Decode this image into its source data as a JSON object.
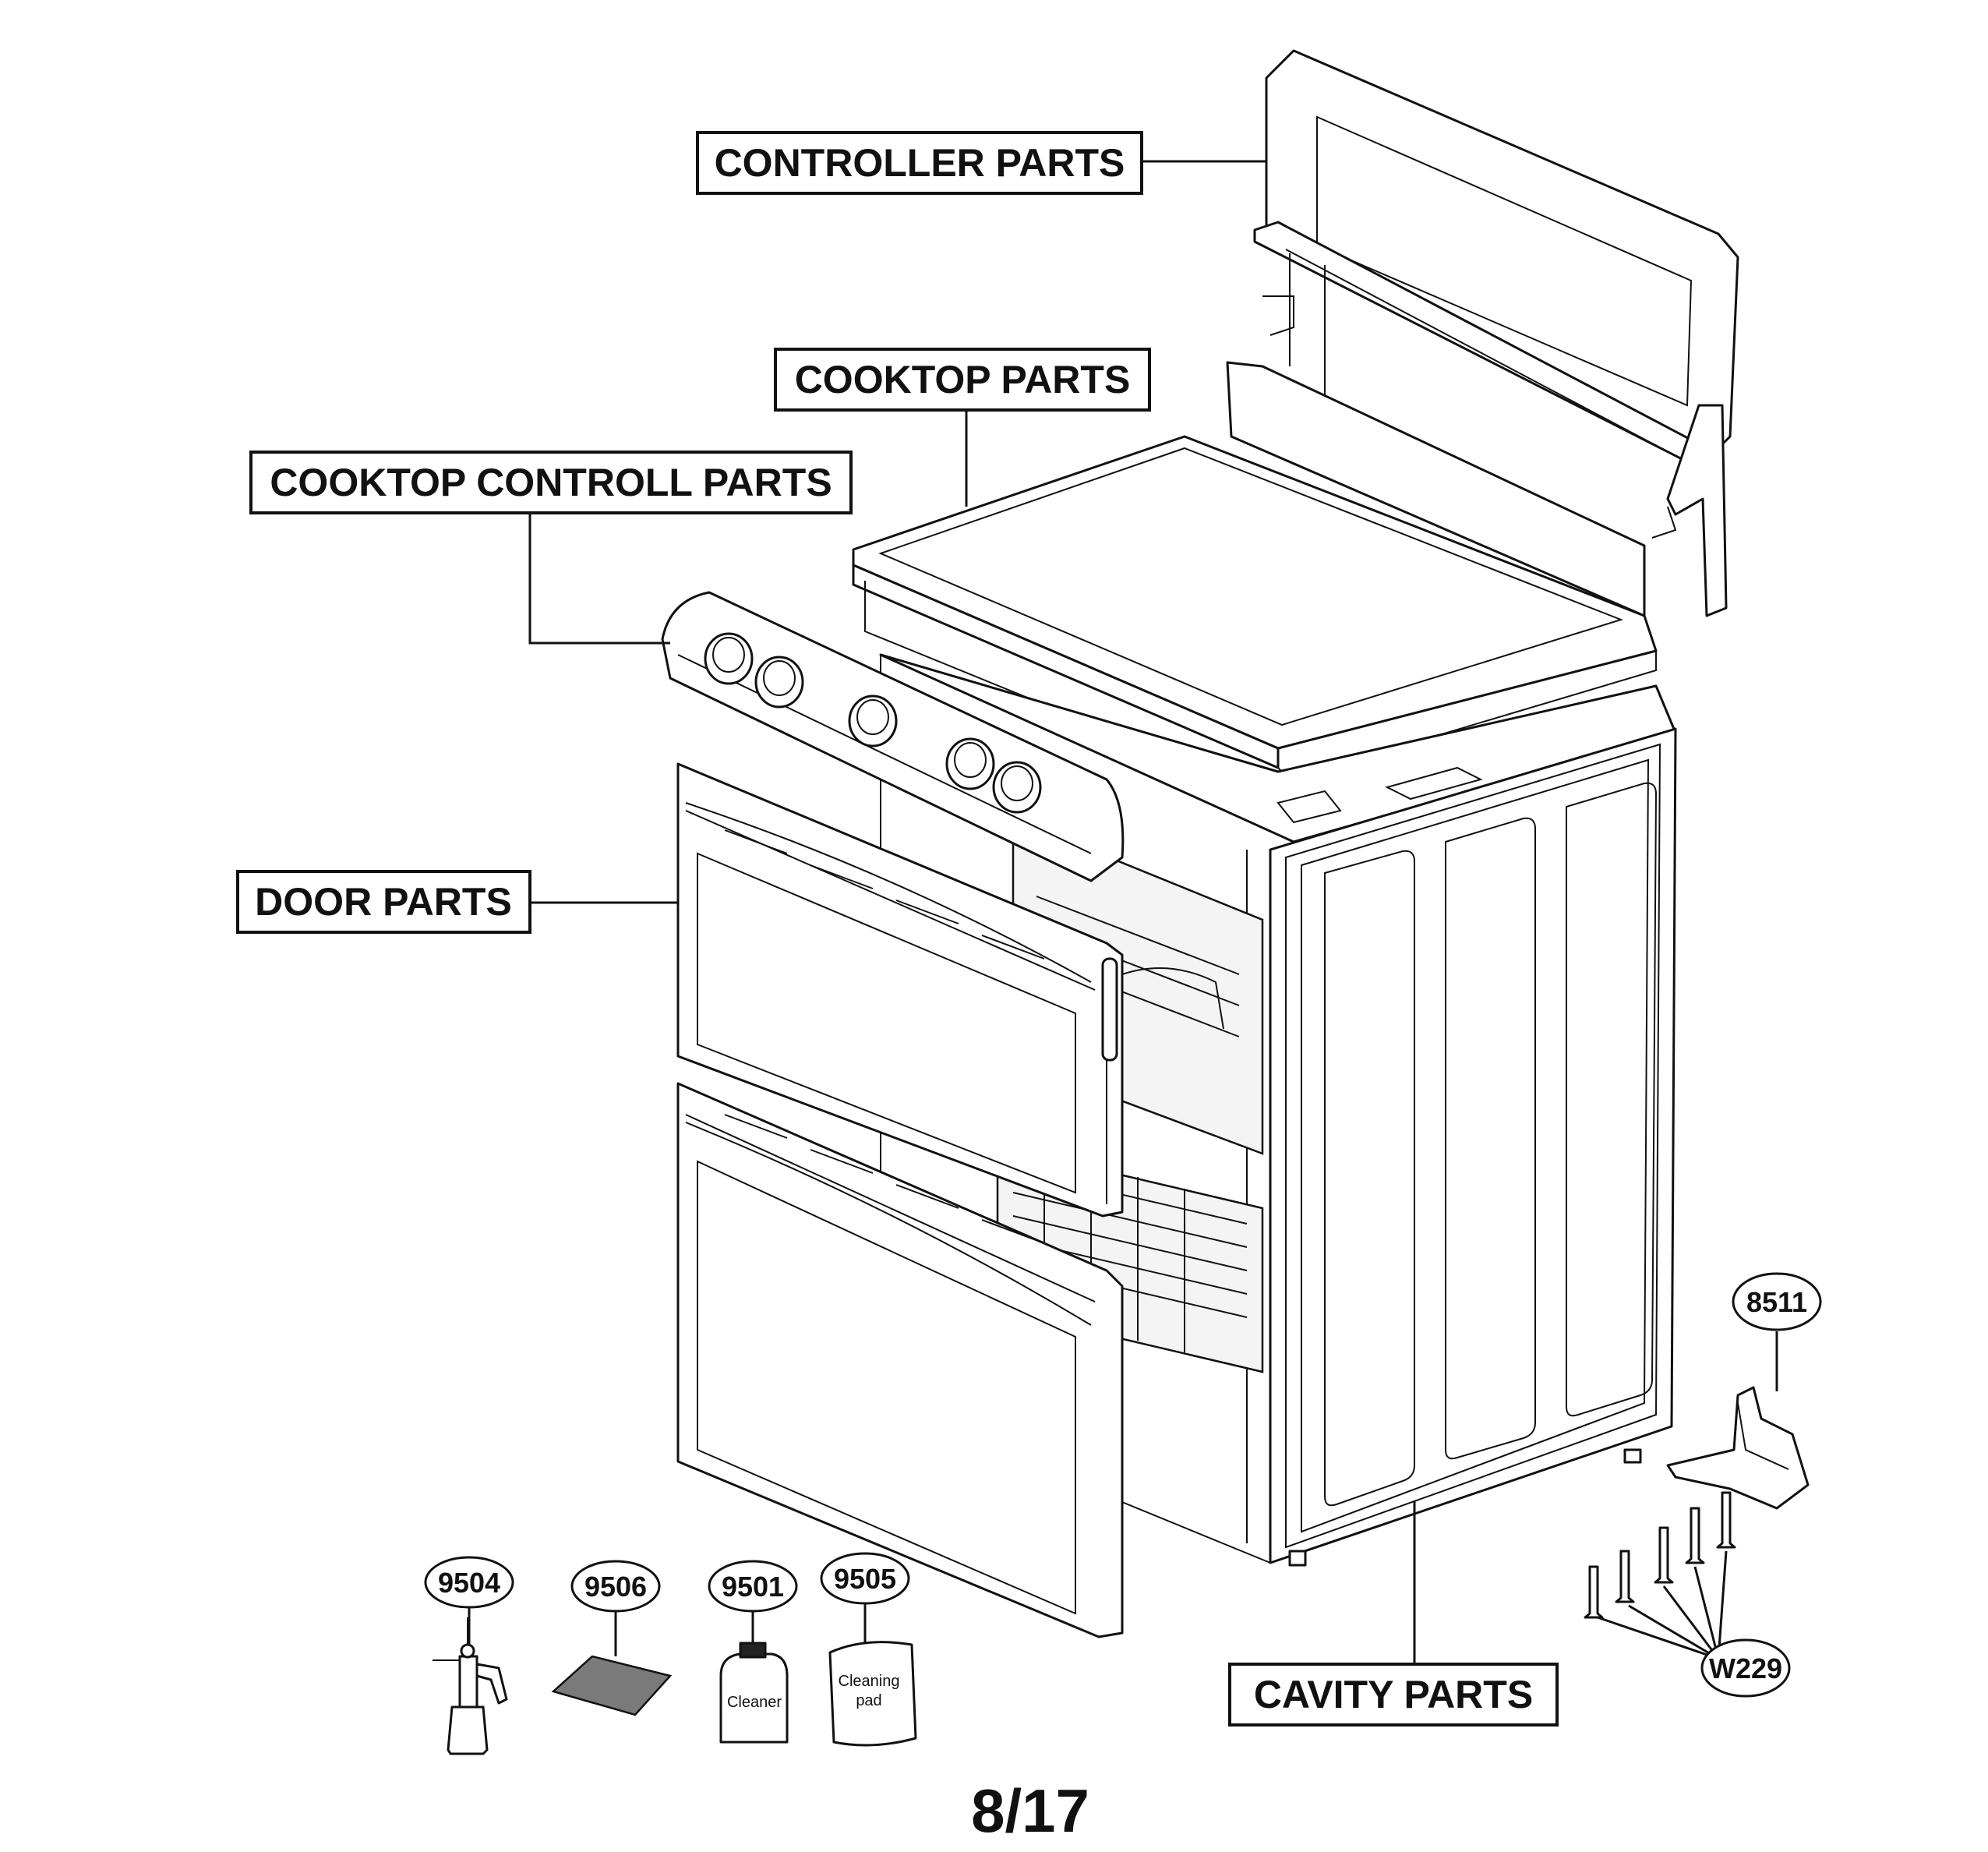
{
  "diagram": {
    "section_labels": {
      "controller": "CONTROLLER PARTS",
      "cooktop": "COOKTOP PARTS",
      "cooktop_control": "COOKTOP CONTROLL PARTS",
      "door": "DOOR PARTS",
      "cavity": "CAVITY PARTS"
    },
    "callouts": {
      "bracket": "8511",
      "screws": "W229",
      "sprayer": "9504",
      "scrub_pad": "9506",
      "cleaner": "9501",
      "cleaning_pad": "9505"
    },
    "product_text": {
      "cleaner_bottle": "Cleaner",
      "cleaning_pad_line1": "Cleaning",
      "cleaning_pad_line2": "pad"
    },
    "page_number": "8/17"
  }
}
